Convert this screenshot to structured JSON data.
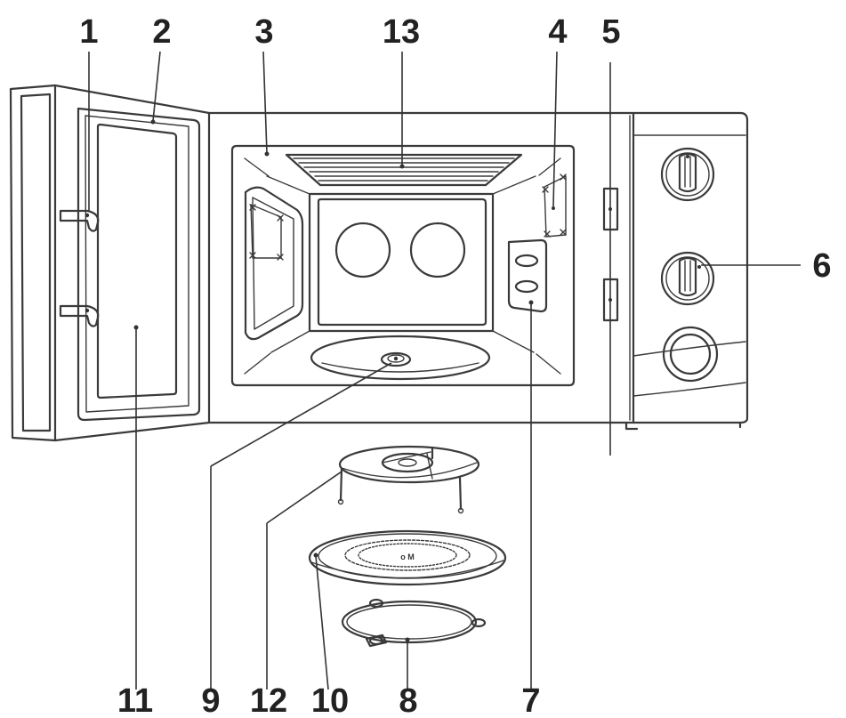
{
  "labels": {
    "n1": "1",
    "n2": "2",
    "n3": "3",
    "n4": "4",
    "n5": "5",
    "n6": "6",
    "n7": "7",
    "n8": "8",
    "n9": "9",
    "n10": "10",
    "n11": "11",
    "n12": "12",
    "n13": "13"
  },
  "colors": {
    "line": "#3a3a3a",
    "background": "#ffffff",
    "text": "#222222"
  }
}
